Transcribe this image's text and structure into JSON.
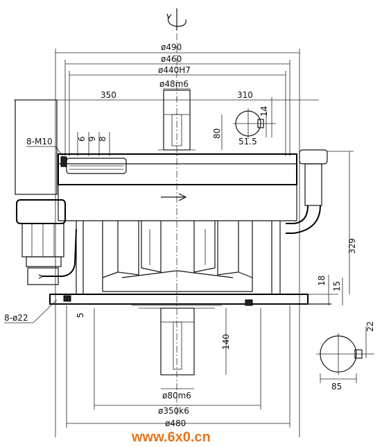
{
  "drawing": {
    "dims": {
      "d490": "ø490",
      "d460": "ø460",
      "d440": "ø440H7",
      "d48": "ø48m6",
      "l350": "350",
      "l310": "310",
      "l14": "14",
      "l80": "80",
      "l515": "51.5",
      "l6": "6",
      "l9": "9",
      "l8": "8",
      "l329": "329",
      "l18": "18",
      "l15": "15",
      "l5": "5",
      "l140": "140",
      "l22": "22",
      "l85": "85",
      "d80": "ø80m6",
      "d350": "ø350k6",
      "d480": "ø480"
    },
    "callouts": {
      "m10": "8-M10",
      "d22": "8-ø22"
    }
  },
  "watermark": {
    "text": "www.6x0.cn",
    "color": "#e8731c"
  }
}
